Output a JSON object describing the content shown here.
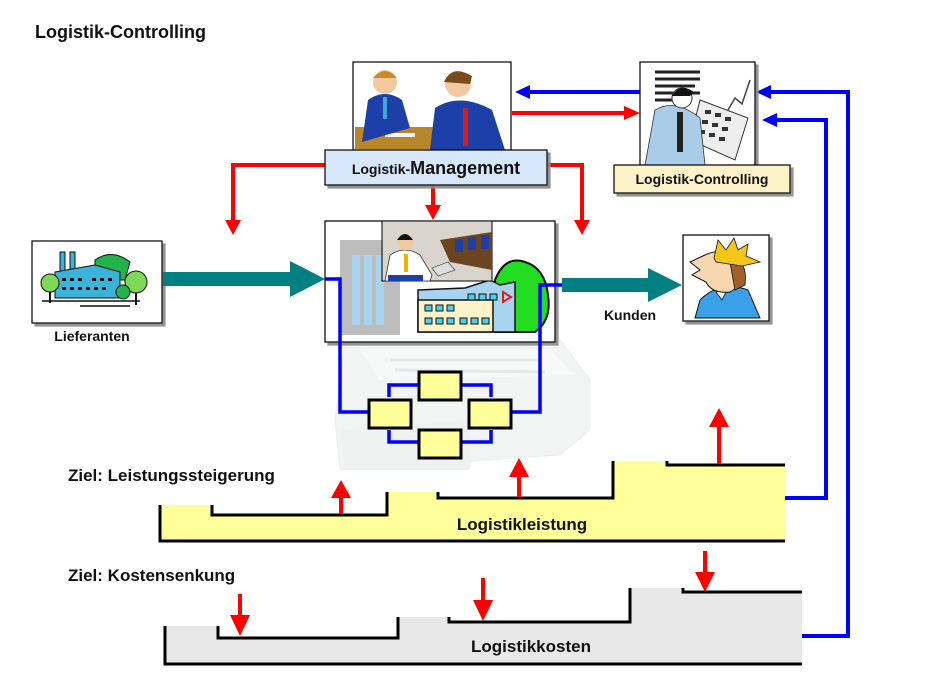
{
  "title": "Logistik-Controlling",
  "nodes": {
    "management": {
      "label_prefix": "Logistik-",
      "label_main": "Management",
      "icon": "meeting-people-icon"
    },
    "controlling": {
      "label": "Logistik-Controlling",
      "icon": "controller-calculator-icon"
    },
    "suppliers": {
      "label": "Lieferanten",
      "icon": "factory-icon"
    },
    "company": {
      "icon": "company-buildings-icon"
    },
    "customers": {
      "label": "Kunden",
      "icon": "king-customer-icon"
    },
    "process_network": {
      "icon": "process-network-icon",
      "box_count": 4
    }
  },
  "goals": {
    "performance": {
      "goal_label": "Ziel: Leistungssteigerung",
      "bar_label": "Logistikleistung",
      "direction": "up"
    },
    "costs": {
      "goal_label": "Ziel: Kostensenkung",
      "bar_label": "Logistikkosten",
      "direction": "down"
    }
  },
  "colors": {
    "control_arrow": "#ff0000",
    "feedback_line": "#0000ff",
    "flow_arrow": "#008080",
    "management_box": "#d6e8fa",
    "controlling_box": "#fdf2c8",
    "performance_fill": "#ffff99",
    "cost_fill": "#e8e8e8",
    "process_box": "#ffff99"
  }
}
